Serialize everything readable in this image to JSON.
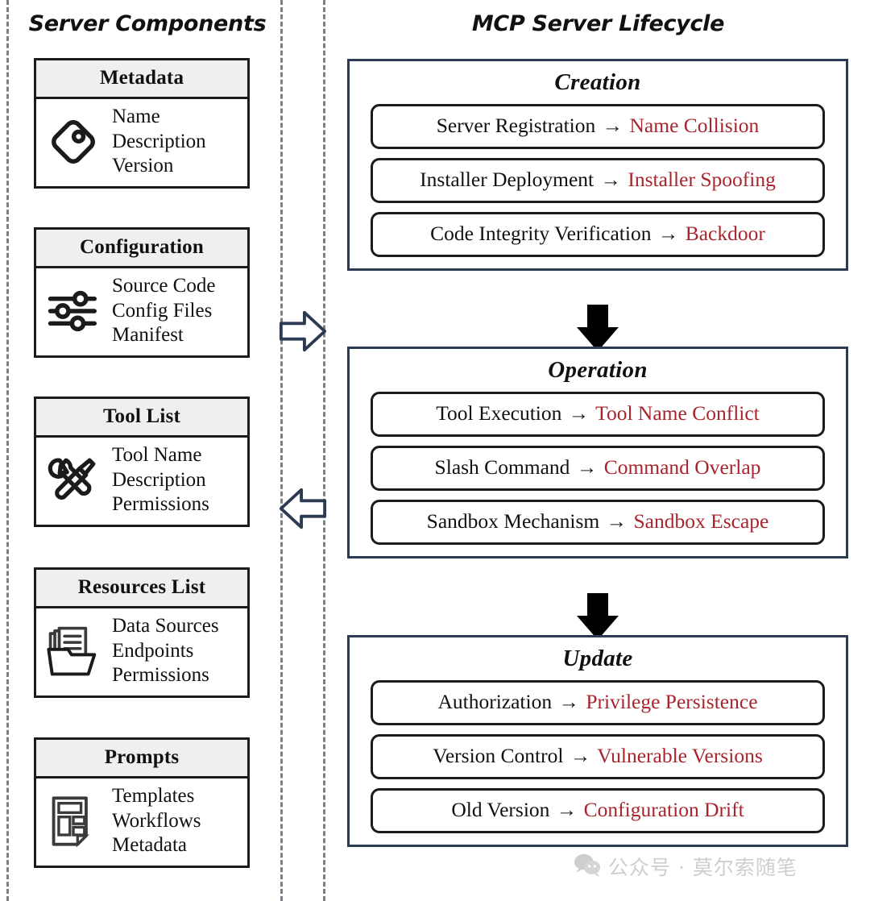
{
  "left_panel": {
    "title": "Server Components",
    "cards": [
      {
        "icon": "tag-icon",
        "header": "Metadata",
        "items": [
          "Name",
          "Description",
          "Version"
        ]
      },
      {
        "icon": "sliders-icon",
        "header": "Configuration",
        "items": [
          "Source Code",
          "Config Files",
          "Manifest"
        ]
      },
      {
        "icon": "tools-icon",
        "header": "Tool List",
        "items": [
          "Tool Name",
          "Description",
          "Permissions"
        ]
      },
      {
        "icon": "folder-documents-icon",
        "header": "Resources List",
        "items": [
          "Data Sources",
          "Endpoints",
          "Permissions"
        ]
      },
      {
        "icon": "page-layout-icon",
        "header": "Prompts",
        "items": [
          "Templates",
          "Workflows",
          "Metadata"
        ]
      }
    ]
  },
  "middle": {
    "arrow_right_icon": "arrow-right-outline-icon",
    "arrow_left_icon": "arrow-left-outline-icon"
  },
  "right_panel": {
    "title": "MCP Server Lifecycle",
    "connector_icon": "arrow-down-solid-icon",
    "phases": [
      {
        "title": "Creation",
        "rows": [
          {
            "stage": "Server Registration",
            "arrow": "→",
            "risk": "Name Collision"
          },
          {
            "stage": "Installer Deployment",
            "arrow": "→",
            "risk": "Installer Spoofing"
          },
          {
            "stage": "Code Integrity Verification",
            "arrow": "→",
            "risk": "Backdoor"
          }
        ]
      },
      {
        "title": "Operation",
        "rows": [
          {
            "stage": "Tool Execution",
            "arrow": "→",
            "risk": "Tool Name Conflict"
          },
          {
            "stage": "Slash Command",
            "arrow": "→",
            "risk": "Command Overlap"
          },
          {
            "stage": "Sandbox Mechanism",
            "arrow": "→",
            "risk": "Sandbox Escape"
          }
        ]
      },
      {
        "title": "Update",
        "rows": [
          {
            "stage": "Authorization",
            "arrow": "→",
            "risk": "Privilege Persistence"
          },
          {
            "stage": "Version Control",
            "arrow": "→",
            "risk": "Vulnerable Versions"
          },
          {
            "stage": "Old Version",
            "arrow": "→",
            "risk": "Configuration Drift"
          }
        ]
      }
    ]
  },
  "watermark": {
    "icon": "wechat-icon",
    "text": "公众号 · 莫尔索随笔"
  },
  "colors": {
    "risk_red": "#a8252e",
    "phase_border": "#2c3a52",
    "card_border": "#1b1b1b",
    "card_header_bg": "#efefef",
    "dashed_line": "#7b7f86"
  }
}
